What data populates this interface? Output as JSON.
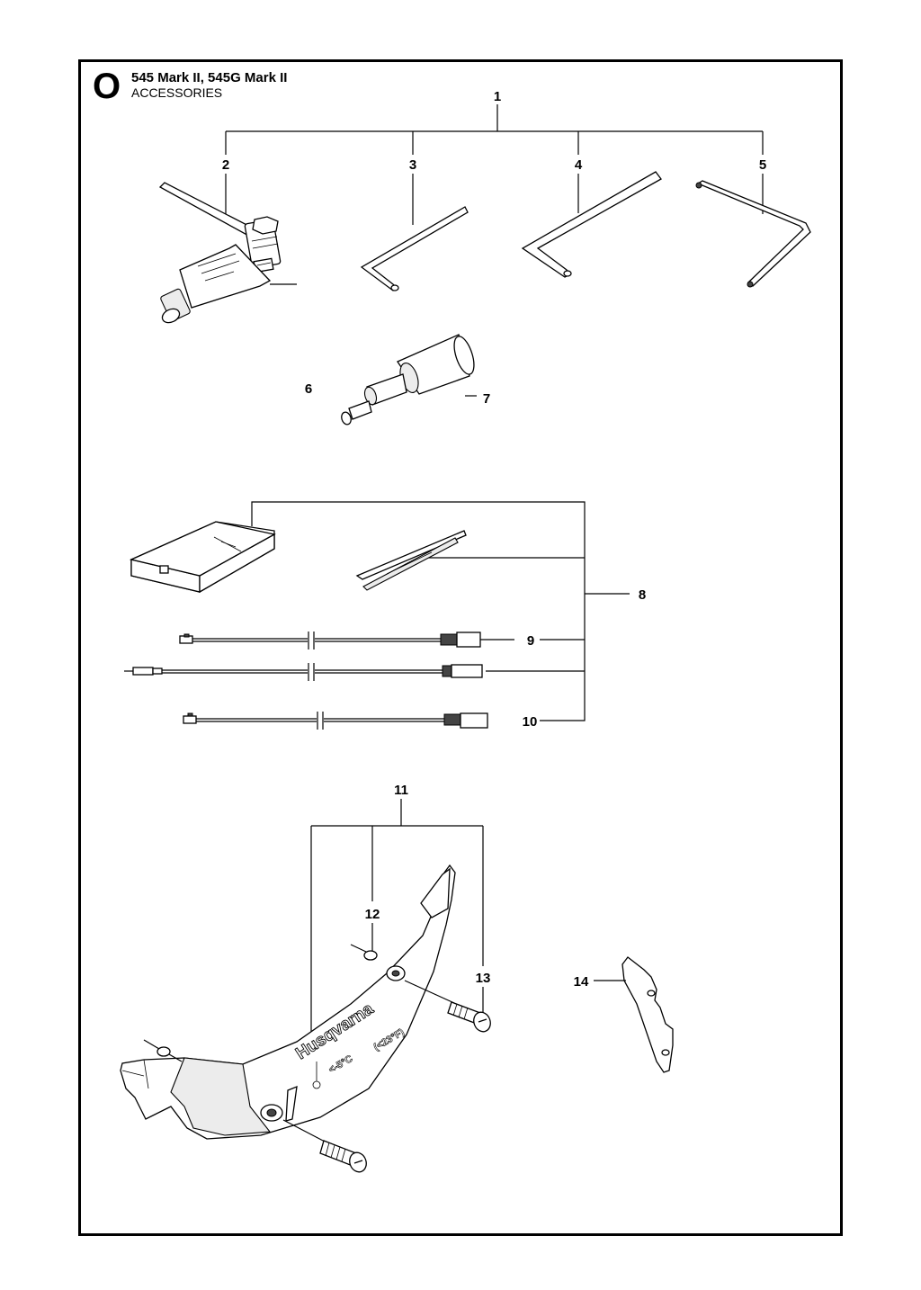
{
  "header": {
    "section_letter": "O",
    "model": "545 Mark II, 545G Mark II",
    "section": "ACCESSORIES"
  },
  "guard_print": {
    "brand": "Husqvarna",
    "temp_c": "<-5°C",
    "temp_f": "(<23°F)"
  },
  "callouts": [
    "1",
    "2",
    "3",
    "4",
    "5",
    "6",
    "7",
    "8",
    "9",
    "10",
    "11",
    "12",
    "13",
    "14"
  ]
}
